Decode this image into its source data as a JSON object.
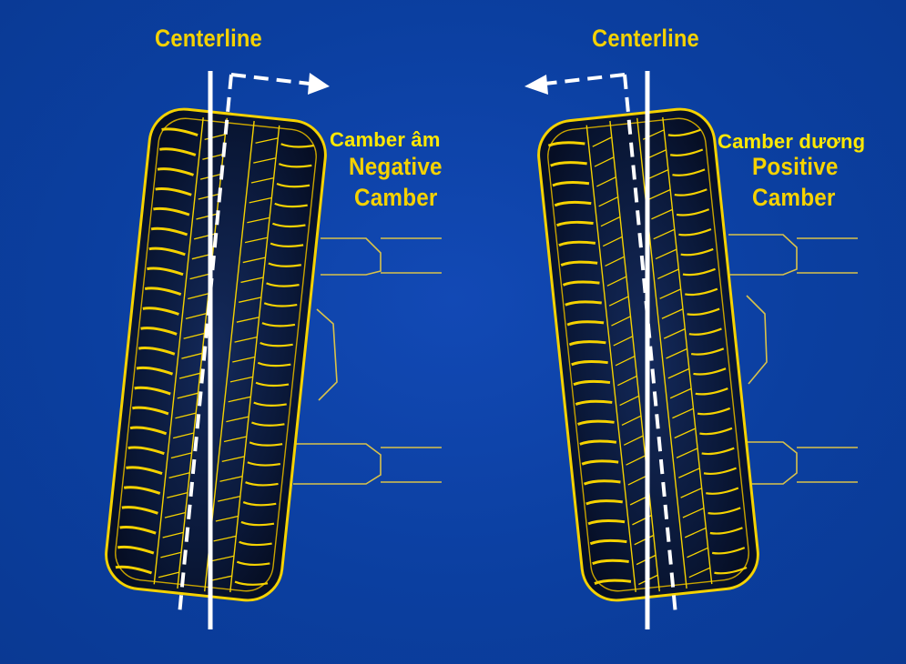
{
  "colors": {
    "background": "#0b3fa0",
    "accent": "#f5d200",
    "centerline": "#ffffff",
    "tire_body": "#0a1530"
  },
  "panels": [
    {
      "centerline_label": "Centerline",
      "label_vi": "Camber âm",
      "label_en_line1": "Negative",
      "label_en_line2": "Camber",
      "tilt_direction": "outward-top"
    },
    {
      "centerline_label": "Centerline",
      "label_vi": "Camber dương",
      "label_en_line1": "Positive",
      "label_en_line2": "Camber",
      "tilt_direction": "inward-top"
    }
  ]
}
